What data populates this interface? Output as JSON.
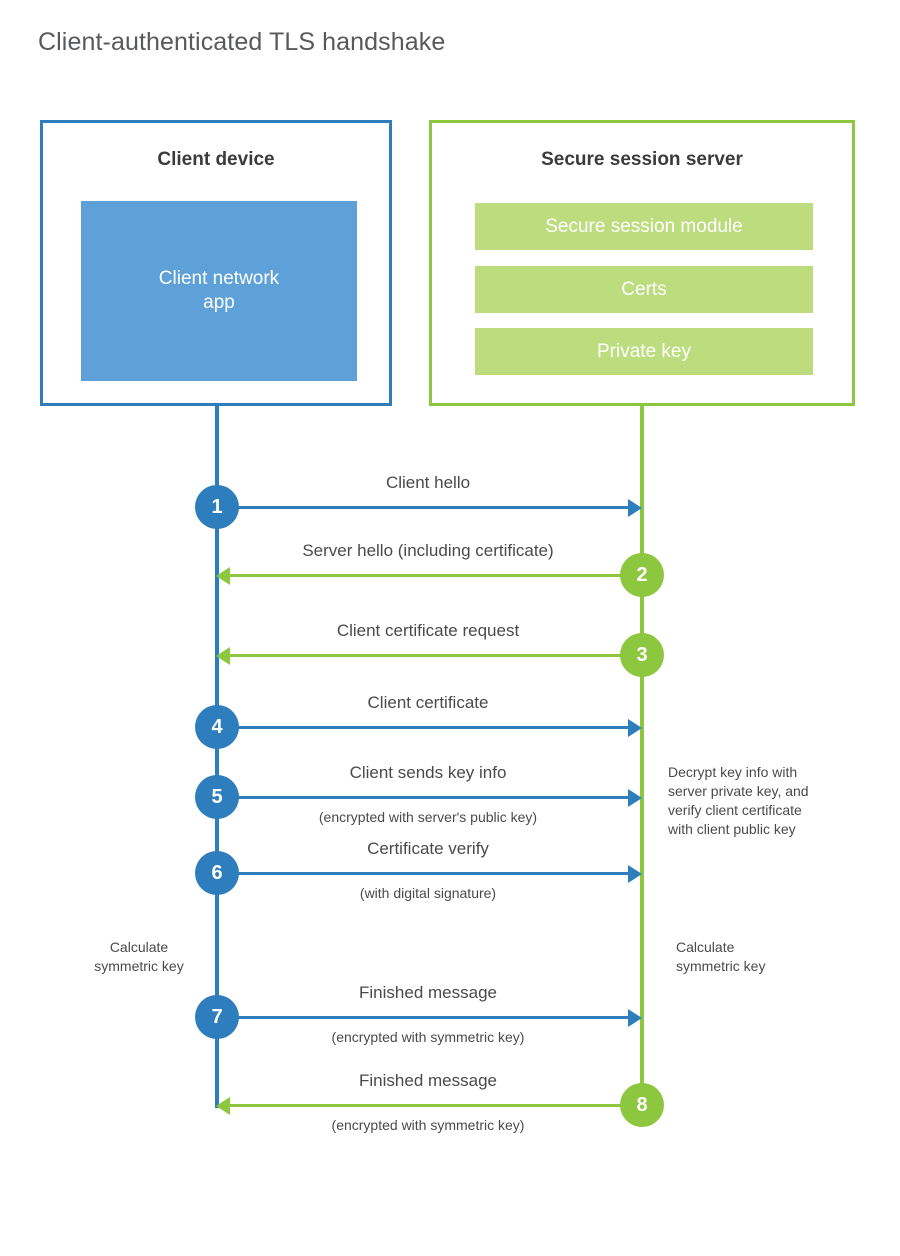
{
  "title": "Client-authenticated TLS handshake",
  "colors": {
    "blue_stroke": "#2E7EBE",
    "blue_fill": "#5EA0D8",
    "green_stroke": "#8DC63F",
    "green_fill": "#BCDC7E",
    "text": "#4a4a4a",
    "title_text": "#58595b",
    "background": "#ffffff"
  },
  "client_box": {
    "title": "Client device",
    "app_label_line1": "Client network",
    "app_label_line2": "app"
  },
  "server_box": {
    "title": "Secure session server",
    "modules": [
      {
        "label": "Secure session module"
      },
      {
        "label": "Certs"
      },
      {
        "label": "Private key"
      }
    ]
  },
  "steps": [
    {
      "number": "1",
      "label": "Client hello",
      "sublabel": "",
      "direction": "client-to-server",
      "side": "client",
      "color": "blue"
    },
    {
      "number": "2",
      "label": "Server hello (including certificate)",
      "sublabel": "",
      "direction": "server-to-client",
      "side": "server",
      "color": "green"
    },
    {
      "number": "3",
      "label": "Client certificate request",
      "sublabel": "",
      "direction": "server-to-client",
      "side": "server",
      "color": "green"
    },
    {
      "number": "4",
      "label": "Client certificate",
      "sublabel": "",
      "direction": "client-to-server",
      "side": "client",
      "color": "blue"
    },
    {
      "number": "5",
      "label": "Client sends key info",
      "sublabel": "(encrypted with server's public key)",
      "direction": "client-to-server",
      "side": "client",
      "color": "blue"
    },
    {
      "number": "6",
      "label": "Certificate verify",
      "sublabel": "(with digital signature)",
      "direction": "client-to-server",
      "side": "client",
      "color": "blue"
    },
    {
      "number": "7",
      "label": "Finished message",
      "sublabel": "(encrypted with symmetric key)",
      "direction": "client-to-server",
      "side": "client",
      "color": "blue"
    },
    {
      "number": "8",
      "label": "Finished message",
      "sublabel": "(encrypted with symmetric key)",
      "direction": "server-to-client",
      "side": "server",
      "color": "green"
    }
  ],
  "annotations": {
    "server_decrypt": {
      "line1": "Decrypt key info with",
      "line2": "server private key, and",
      "line3": "verify client certificate",
      "line4": "with client public key"
    },
    "client_calc": {
      "line1": "Calculate",
      "line2": "symmetric key"
    },
    "server_calc": {
      "line1": "Calculate",
      "line2": "symmetric key"
    }
  }
}
